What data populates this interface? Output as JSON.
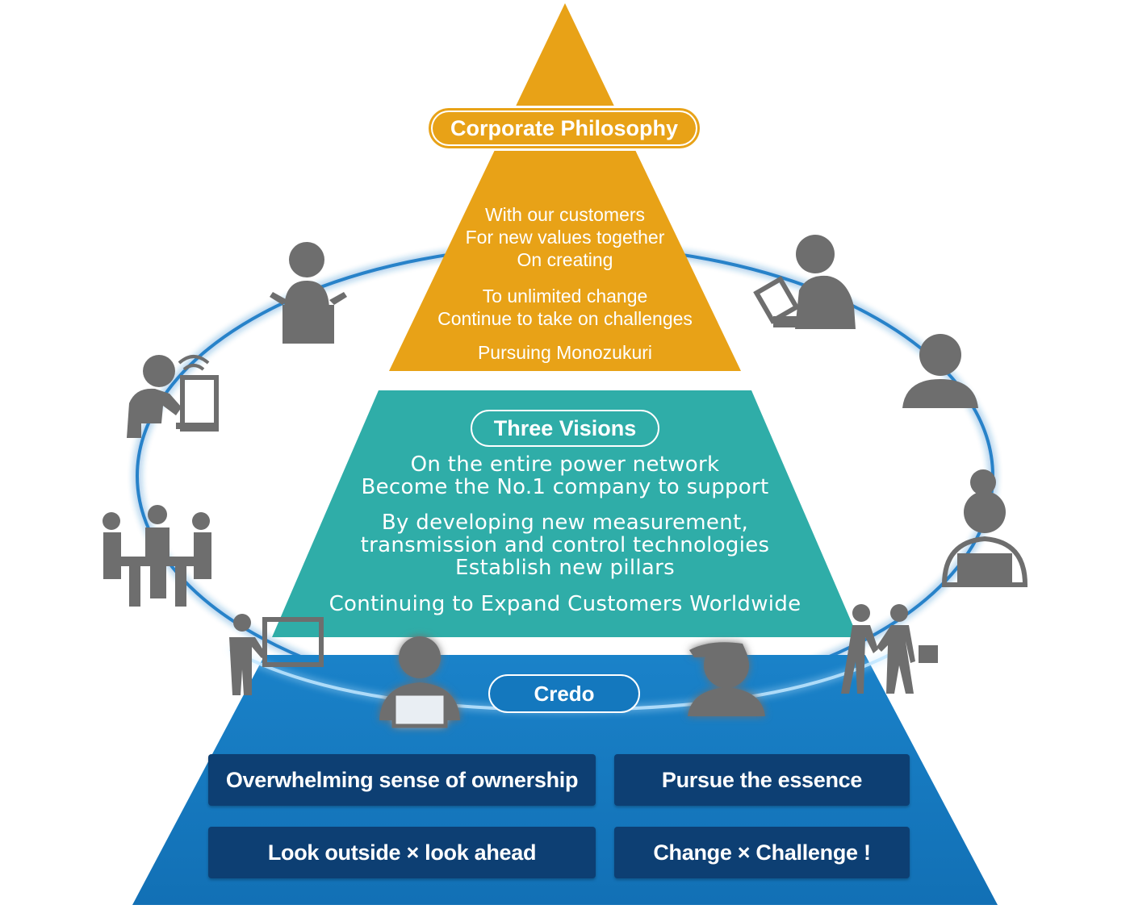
{
  "philosophy": {
    "title": "Corporate Philosophy",
    "lines": [
      "With our customers",
      "For new values together",
      "On creating",
      "To unlimited change",
      "Continue to take on challenges",
      "Pursuing Monozukuri"
    ]
  },
  "visions": {
    "title": "Three Visions",
    "lines": [
      "On the entire power network",
      "Become the No.1 company to support",
      "By developing new measurement,",
      "transmission and control technologies",
      "Establish new pillars",
      "Continuing to Expand Customers Worldwide"
    ]
  },
  "credo": {
    "title": "Credo",
    "items": [
      "Overwhelming sense of ownership",
      "Pursue the essence",
      "Look outside × look ahead",
      "Change × Challenge !"
    ]
  },
  "colors": {
    "philosophy": "#e8a217",
    "visions": "#2fada8",
    "credo": "#1478be",
    "credo_box": "#0d3f73",
    "ring": "#1f7cc7",
    "person_icon": "#6e6e6e"
  },
  "icons": [
    "person-at-box-icon",
    "person-with-tablet-icon",
    "businessman-icon",
    "person-with-laptop-wifi-icon",
    "woman-at-laptop-icon",
    "meeting-table-icon",
    "two-people-handshake-icon",
    "presenter-with-board-icon",
    "office-worker-laptop-icon",
    "person-with-cap-icon"
  ]
}
